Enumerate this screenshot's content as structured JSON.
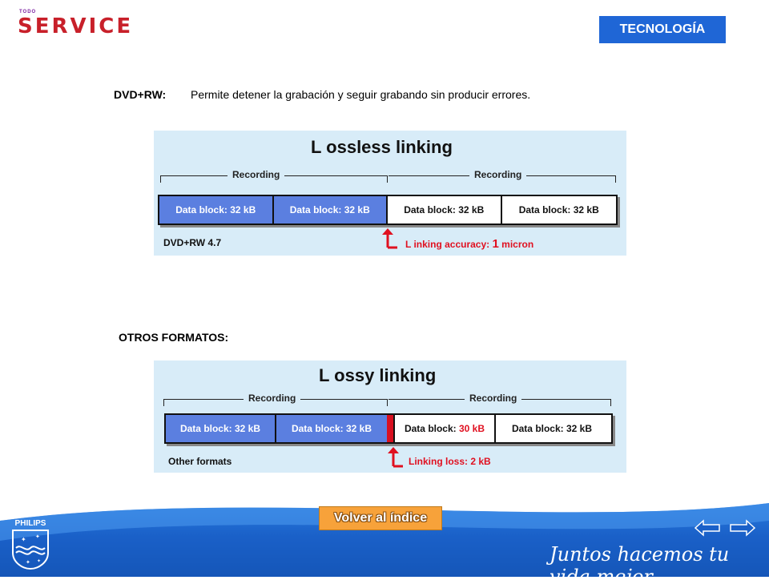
{
  "brand": {
    "todo": "TODO",
    "service": "SERVICE"
  },
  "header": {
    "section_badge": "TECNOLOGÍA"
  },
  "dvd": {
    "label": "DVD+RW:",
    "description": "Permite detener la grabación y seguir grabando sin producir errores."
  },
  "otros": {
    "label": "OTROS FORMATOS:"
  },
  "lossless": {
    "title": "L ossless linking",
    "recording_left": "Recording",
    "recording_right": "Recording",
    "blocks": [
      "Data block: 32 kB",
      "Data block: 32 kB",
      "Data block: 32 kB",
      "Data block: 32 kB"
    ],
    "format": "DVD+RW 4.7",
    "linking_prefix": "L inking accuracy: ",
    "linking_value": "1",
    "linking_suffix": " micron"
  },
  "lossy": {
    "title": "L ossy linking",
    "recording_left": "Recording",
    "recording_right": "Recording",
    "blocks": [
      "Data block: 32 kB",
      "Data block: 32 kB"
    ],
    "block3_prefix": "Data block: ",
    "block3_value": "30 kB",
    "block4": "Data block: 32 kB",
    "format": "Other formats",
    "linking": "Linking loss: 2 kB"
  },
  "footer": {
    "back_button": "Volver al índice",
    "slogan": "Juntos hacemos tu vida mejor",
    "logo_text": "PHILIPS"
  },
  "colors": {
    "badge": "#1f66d6",
    "block_blue": "#5b7fe0",
    "accent_red": "#e01020",
    "diagram_bg": "#d8ecf8",
    "button": "#f7a23a",
    "footer": "#1a60c8"
  }
}
